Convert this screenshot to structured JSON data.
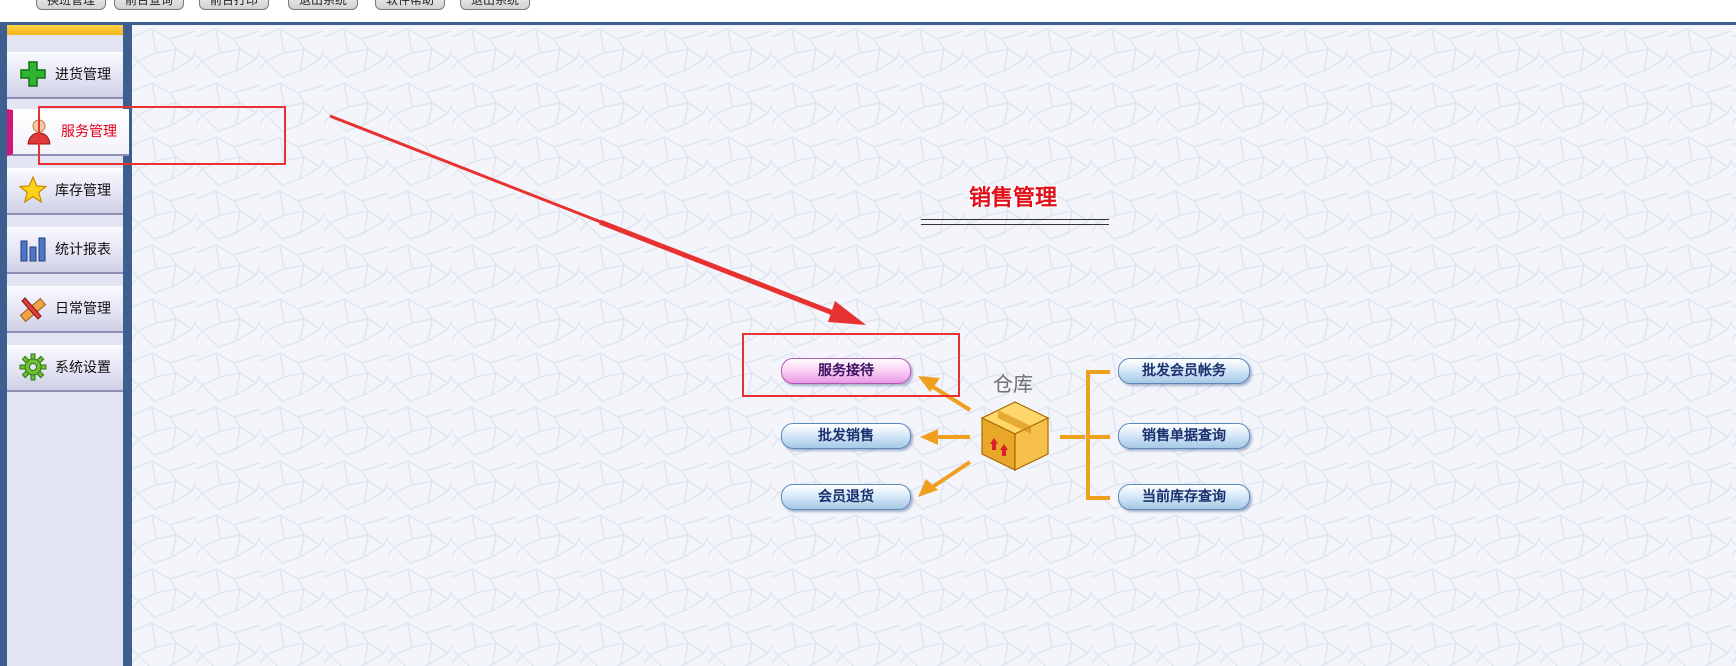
{
  "top_tabs": [
    "换班管理",
    "前台查询",
    "前台打印",
    "退出系统",
    "软件帮助",
    "退出系统"
  ],
  "sidebar": {
    "items": [
      {
        "label": "进货管理",
        "icon": "plus-icon"
      },
      {
        "label": "服务管理",
        "icon": "person-icon"
      },
      {
        "label": "库存管理",
        "icon": "star-icon"
      },
      {
        "label": "统计报表",
        "icon": "bar-chart-icon"
      },
      {
        "label": "日常管理",
        "icon": "pencil-ruler-icon"
      },
      {
        "label": "系统设置",
        "icon": "gear-icon"
      }
    ],
    "active_index": 1
  },
  "main": {
    "title": "销售管理",
    "warehouse_label": "仓库",
    "left_buttons": [
      "服务接待",
      "批发销售",
      "会员退货"
    ],
    "right_buttons": [
      "批发会员帐务",
      "销售单据查询",
      "当前库存查询"
    ]
  },
  "colors": {
    "frame_blue": "#3d5f8f",
    "accent_red": "#e0101a",
    "arrow_orange": "#f0a020",
    "highlight_red": "#e83232",
    "active_pink": "#d1157b"
  }
}
